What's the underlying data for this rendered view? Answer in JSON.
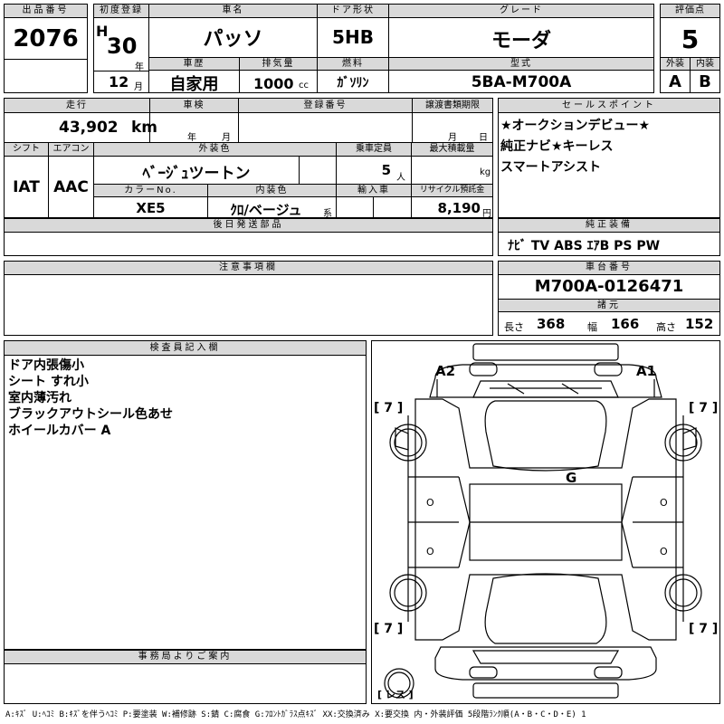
{
  "lot": {
    "label": "出品番号",
    "value": "2076"
  },
  "first_reg": {
    "label": "初度登録",
    "era": "H",
    "year": "30",
    "year_unit": "年",
    "month": "12",
    "month_unit": "月"
  },
  "car_name": {
    "label": "車名",
    "value": "パッソ"
  },
  "history": {
    "label": "車歴",
    "value": "自家用"
  },
  "displacement": {
    "label": "排気量",
    "value": "1000",
    "unit": "cc"
  },
  "doors": {
    "label": "ドア形状",
    "value": "5HB"
  },
  "fuel": {
    "label": "燃料",
    "value": "ｶﾞｿﾘﾝ"
  },
  "grade": {
    "label": "グレード",
    "value": "モーダ"
  },
  "model": {
    "label": "型式",
    "value": "5BA-M700A"
  },
  "score": {
    "label": "評価点",
    "value": "5",
    "exterior_label": "外装",
    "interior_label": "内装",
    "exterior": "A",
    "interior": "B"
  },
  "mileage": {
    "label": "走行",
    "value": "43,902",
    "unit": "km"
  },
  "inspection": {
    "label": "車検",
    "year_unit": "年",
    "month_unit": "月"
  },
  "registration": {
    "label": "登録番号"
  },
  "transfer": {
    "label": "譲渡書類期限",
    "month_unit": "月",
    "day_unit": "日"
  },
  "shift": {
    "label": "シフト",
    "value": "IAT"
  },
  "ac": {
    "label": "エアコン",
    "value": "AAC"
  },
  "ext_color": {
    "label": "外装色",
    "value": "ﾍﾞｰｼﾞｭツートン"
  },
  "color_no": {
    "label": "カラーNo.",
    "value": "XE5"
  },
  "int_color": {
    "label": "内装色",
    "value": "ｸﾛ/ベージュ",
    "suffix": "系"
  },
  "capacity": {
    "label": "乗車定員",
    "value": "5",
    "unit": "人"
  },
  "max_load": {
    "label": "最大積載量",
    "unit": "kg"
  },
  "import": {
    "label": "輸入車"
  },
  "recycle": {
    "label": "リサイクル預託金",
    "value": "8,190",
    "unit": "円"
  },
  "later_parts": {
    "label": "後日発送部品"
  },
  "sales_points": {
    "label": "セールスポイント",
    "lines": [
      "★オークションデビュー★",
      "純正ナビ★キーレス",
      "スマートアシスト"
    ]
  },
  "equipment": {
    "label": "純正装備",
    "value": "ﾅﾋﾞ TV ABS ｴｱB PS PW"
  },
  "notes": {
    "label": "注意事項欄"
  },
  "chassis": {
    "label": "車台番号",
    "value": "M700A-0126471"
  },
  "specs": {
    "label": "諸元",
    "length_label": "長さ",
    "length": "368",
    "width_label": "幅",
    "width": "166",
    "height_label": "高さ",
    "height": "152"
  },
  "inspector": {
    "label": "検査員記入欄",
    "lines": [
      "ドア内張傷小",
      "シート すれ小",
      "室内薄汚れ",
      "ブラックアウトシール色あせ",
      "ホイールカバー A"
    ]
  },
  "office": {
    "label": "事務局よりご案内"
  },
  "diagram": {
    "a2": "A2",
    "a1": "A1",
    "g": "G",
    "tire_fl": "[ 7 ]",
    "tire_fr": "[ 7 ]",
    "tire_rl": "[ 7 ]",
    "tire_rr": "[ 7 ]",
    "spare": "[ レス ]"
  },
  "legend": "A:ｷｽﾞ U:ﾍｺﾐ B:ｷｽﾞを伴うﾍｺﾐ P:要塗装 W:補修跡 S:錆 C:腐食 G:ﾌﾛﾝﾄｶﾞﾗｽ点ｷｽﾞ XX:交換済み X:要交換 内・外装評価 5段階ﾗﾝｸ順(A・B・C・D・E) 1",
  "colors": {
    "header_bg": "#d9d9d9",
    "border": "#000000"
  }
}
